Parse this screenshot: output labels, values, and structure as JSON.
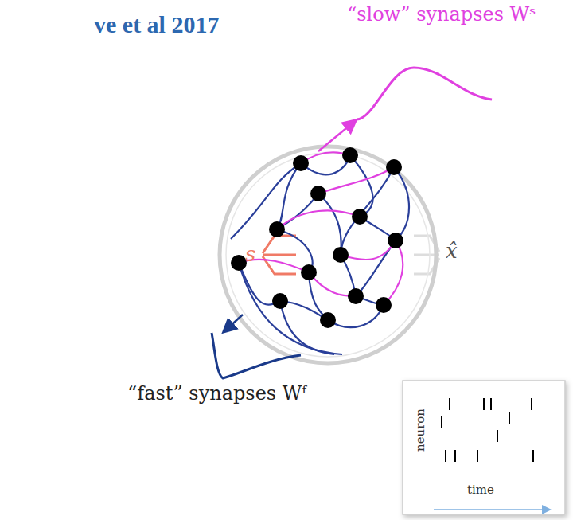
{
  "diagram": {
    "title": "ve et al 2017",
    "nodes": [
      {
        "text": [
          "neuron",
          "time"
        ]
      }
    ],
    "labels": [
      "“slow” synapses Wˢ",
      "s",
      "x̂",
      "“fast” synapses Wᶠ"
    ]
  }
}
